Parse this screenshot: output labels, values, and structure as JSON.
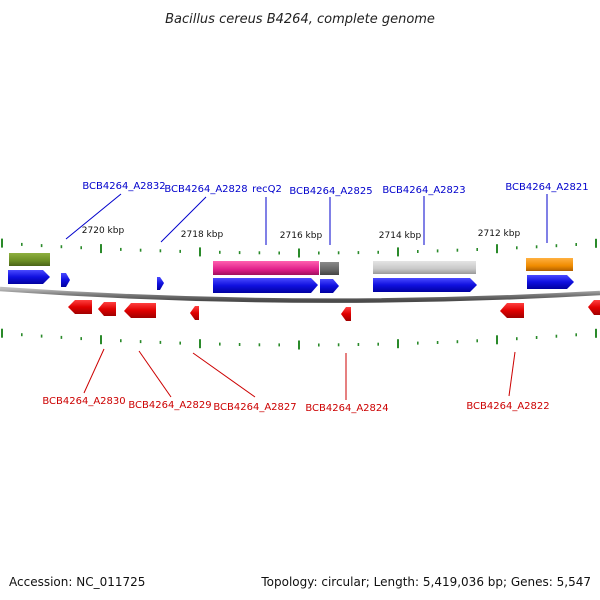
{
  "title": "Bacillus cereus B4264, complete genome",
  "footer": {
    "accession": "Accession: NC_011725",
    "topology": "Topology: circular; Length: 5,419,036 bp; Genes: 5,547"
  },
  "scale_labels": [
    "2720 kbp",
    "2718 kbp",
    "2716 kbp",
    "2714 kbp",
    "2712 kbp"
  ],
  "top_genes": [
    {
      "name": "BCB4264_A2832",
      "color": "#0000cc"
    },
    {
      "name": "BCB4264_A2828",
      "color": "#0000cc"
    },
    {
      "name": "recQ2",
      "color": "#0000cc"
    },
    {
      "name": "BCB4264_A2825",
      "color": "#0000cc"
    },
    {
      "name": "BCB4264_A2823",
      "color": "#0000cc"
    },
    {
      "name": "BCB4264_A2821",
      "color": "#0000cc"
    }
  ],
  "bottom_genes": [
    {
      "name": "BCB4264_A2830",
      "color": "#cc0000"
    },
    {
      "name": "BCB4264_A2829",
      "color": "#cc0000"
    },
    {
      "name": "BCB4264_A2827",
      "color": "#cc0000"
    },
    {
      "name": "BCB4264_A2824",
      "color": "#cc0000"
    },
    {
      "name": "BCB4264_A2822",
      "color": "#cc0000"
    }
  ],
  "colors": {
    "forward_strand": "#1010e0",
    "reverse_strand": "#e00000",
    "backbone": "#8a8a8a",
    "tick": "#2a8a2a",
    "feature_olive": "#6b8e23",
    "feature_magenta": "#e0208a",
    "feature_darkgray": "#666666",
    "feature_lightgray": "#c8c8c8",
    "feature_orange": "#f08c00"
  }
}
